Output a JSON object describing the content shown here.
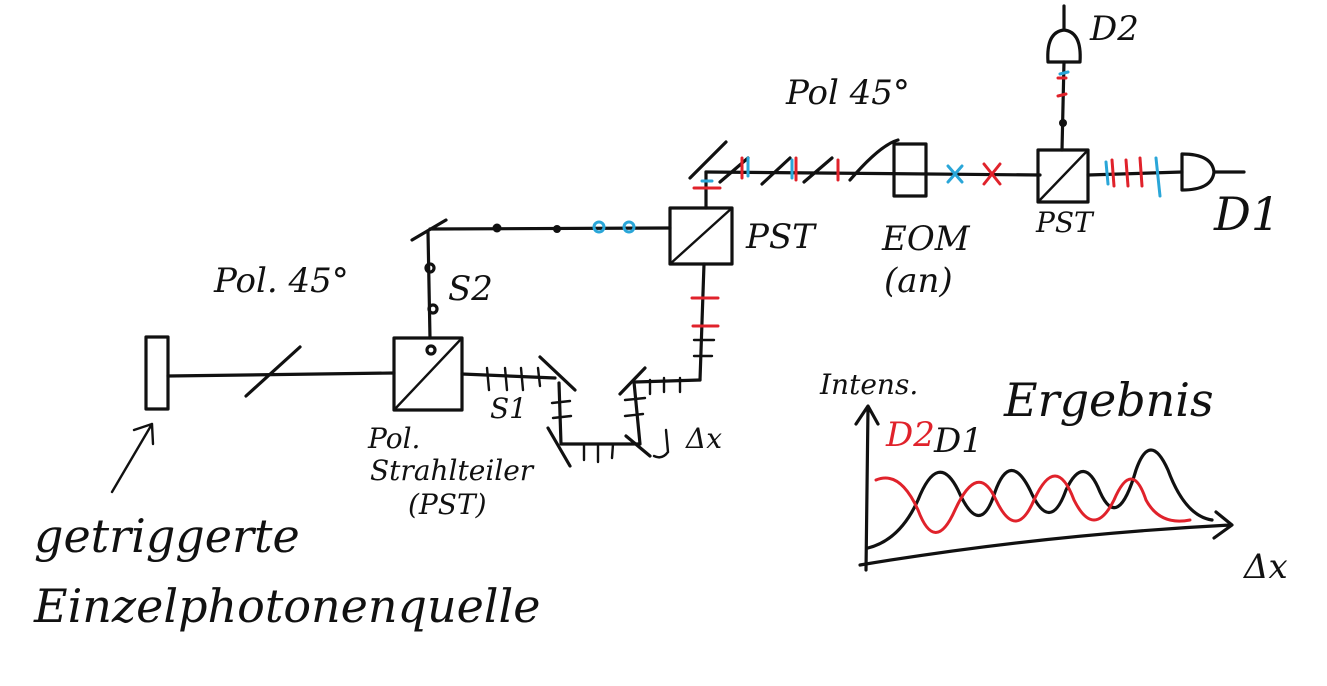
{
  "labels": {
    "source_top": "getriggerte",
    "source_bottom": "Einzelphotonenquelle",
    "pol_45_left": "Pol. 45°",
    "s2": "S2",
    "s1": "S1",
    "pbs_line1": "Pol.",
    "pbs_line2": "Strahlteiler",
    "pbs_line3": "(PST)",
    "delta_x_delay": "Δx",
    "pst_middle": "PST",
    "pol_45_top": "Pol 45°",
    "eom": "EOM",
    "eom_state": "(an)",
    "pst_right": "PST",
    "d1": "D1",
    "d2": "D2",
    "result_title": "Ergebnis",
    "intensity_axis": "Intens.",
    "legend_d2": "D2",
    "legend_d1": "D1",
    "x_axis": "Δx"
  },
  "colors": {
    "ink": "#111111",
    "red": "#e0222b",
    "cyan": "#2aa6d8"
  }
}
